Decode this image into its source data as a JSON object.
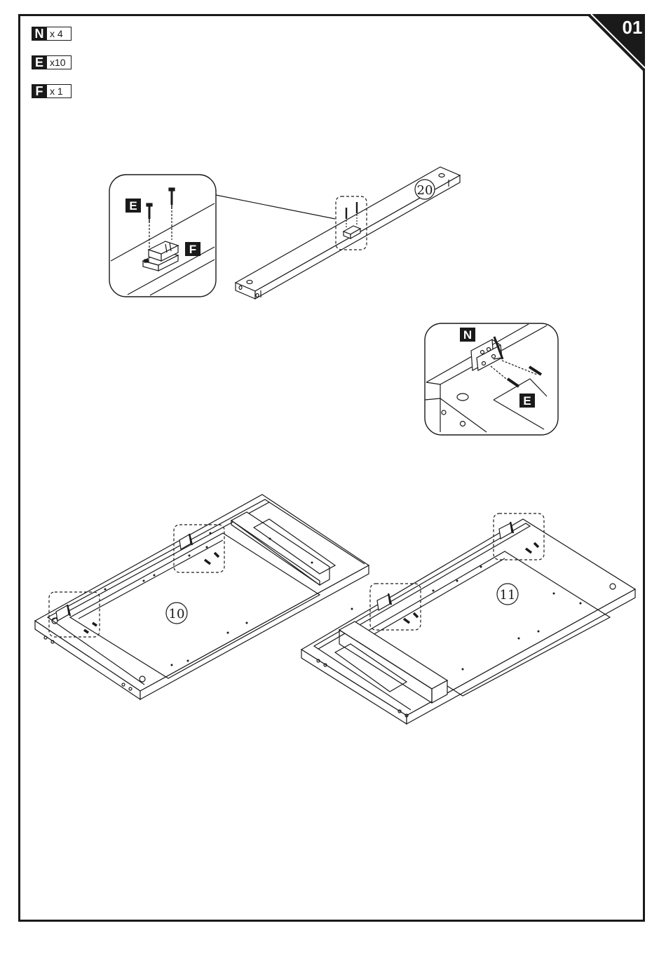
{
  "page": {
    "step_number": "01"
  },
  "parts_list": [
    {
      "letter": "N",
      "quantity": "x 4"
    },
    {
      "letter": "E",
      "quantity": "x10"
    },
    {
      "letter": "F",
      "quantity": "x 1"
    }
  ],
  "callouts": {
    "detail1_screw_label": "E",
    "detail1_catch_label": "F",
    "detail2_hinge_label": "N",
    "detail2_screw_label": "E"
  },
  "part_numbers": {
    "rail": "20",
    "panel_left": "10",
    "panel_right": "11"
  },
  "colors": {
    "ink": "#1a1a1a",
    "paper": "#ffffff"
  }
}
